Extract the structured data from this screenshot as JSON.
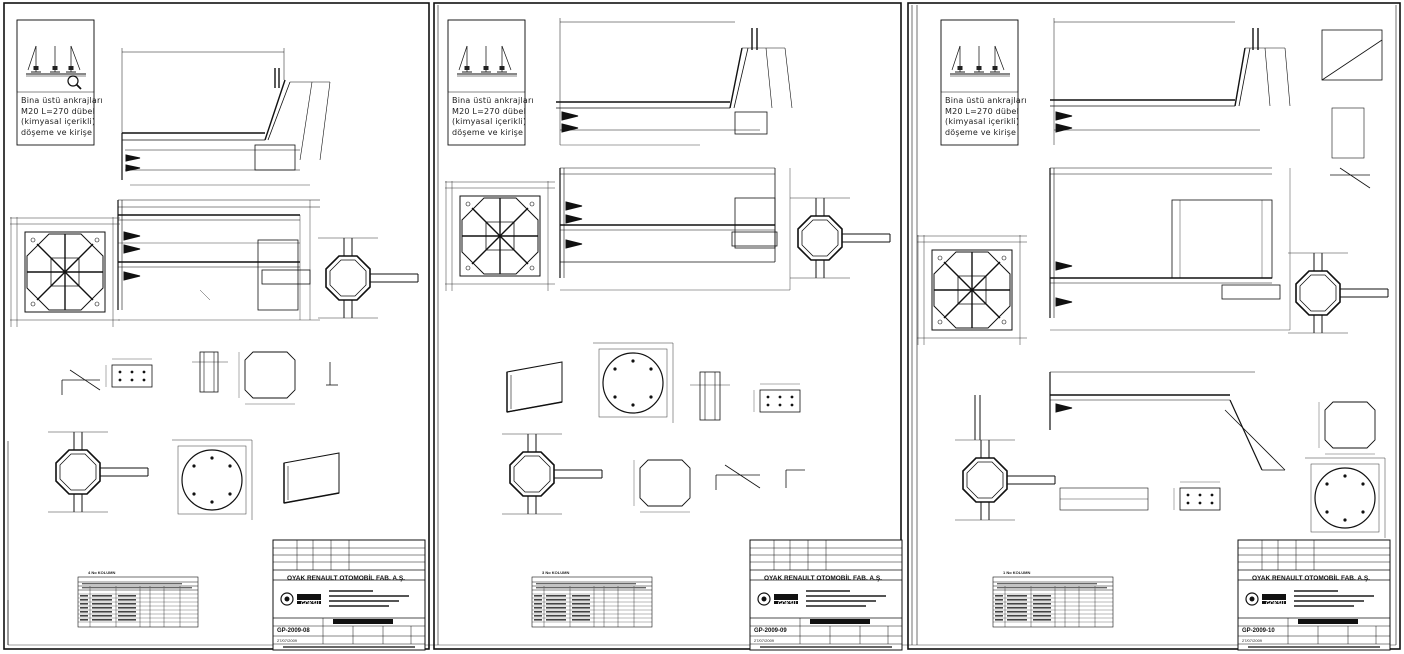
{
  "sheets": [
    {
      "note": {
        "line1": "Bina üstü ankrajları",
        "line2": "M20 L=270 dübel",
        "line3": "(kimyasal içerikli)",
        "line4": "döşeme ve kirişe"
      },
      "title_block": {
        "company": "OYAK RENAULT OTOMOBİL FAB. A.Ş.",
        "logo": "GÖKSU",
        "drawing_no": "GP-2009-08",
        "date": "27/07/2009"
      },
      "parts_list_title": "4 No KOLUMN"
    },
    {
      "note": {
        "line1": "Bina üstü ankrajları",
        "line2": "M20 L=270 dübel",
        "line3": "(kimyasal içerikli)",
        "line4": "döşeme ve kirişe"
      },
      "title_block": {
        "company": "OYAK RENAULT OTOMOBİL FAB. A.Ş.",
        "logo": "GÖKSU",
        "drawing_no": "GP-2009-09",
        "date": "27/07/2009"
      },
      "parts_list_title": "3 No KOLUMN"
    },
    {
      "note": {
        "line1": "Bina üstü ankrajları",
        "line2": "M20 L=270 dübel",
        "line3": "(kimyasal içerikli)",
        "line4": "döşeme ve kirişe"
      },
      "title_block": {
        "company": "OYAK RENAULT OTOMOBİL FAB. A.Ş.",
        "logo": "GÖKSU",
        "drawing_no": "GP-2009-10",
        "date": "27/07/2009"
      },
      "parts_list_title": "1 No KOLUMN"
    }
  ],
  "icons": {
    "zoom": "magnifier-icon"
  }
}
